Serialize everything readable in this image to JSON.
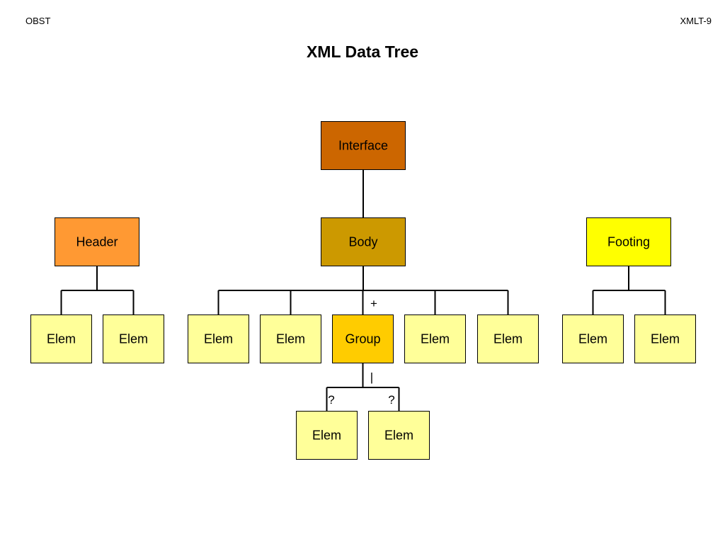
{
  "header": {
    "left": "OBST",
    "right": "XMLT-9",
    "title": "XML Data Tree"
  },
  "colors": {
    "interface": "#cc6600",
    "header": "#ff9933",
    "body": "#cc9900",
    "footing": "#ffff00",
    "group": "#ffcc00",
    "elem": "#ffff99"
  },
  "nodes": {
    "interface": {
      "label": "Interface",
      "kind": "interface"
    },
    "header": {
      "label": "Header",
      "kind": "header"
    },
    "body": {
      "label": "Body",
      "kind": "body"
    },
    "footing": {
      "label": "Footing",
      "kind": "footing"
    },
    "header_elem_1": {
      "label": "Elem",
      "kind": "elem"
    },
    "header_elem_2": {
      "label": "Elem",
      "kind": "elem"
    },
    "body_elem_1": {
      "label": "Elem",
      "kind": "elem"
    },
    "body_elem_2": {
      "label": "Elem",
      "kind": "elem"
    },
    "group": {
      "label": "Group",
      "kind": "group"
    },
    "body_elem_3": {
      "label": "Elem",
      "kind": "elem"
    },
    "body_elem_4": {
      "label": "Elem",
      "kind": "elem"
    },
    "footing_elem_1": {
      "label": "Elem",
      "kind": "elem"
    },
    "footing_elem_2": {
      "label": "Elem",
      "kind": "elem"
    },
    "group_elem_1": {
      "label": "Elem",
      "kind": "elem"
    },
    "group_elem_2": {
      "label": "Elem",
      "kind": "elem"
    }
  },
  "edges": [
    {
      "from": "interface",
      "to": [
        "body"
      ]
    },
    {
      "from": "header",
      "to": [
        "header_elem_1",
        "header_elem_2"
      ]
    },
    {
      "from": "body",
      "to": [
        "body_elem_1",
        "body_elem_2",
        "group",
        "body_elem_3",
        "body_elem_4"
      ]
    },
    {
      "from": "footing",
      "to": [
        "footing_elem_1",
        "footing_elem_2"
      ]
    },
    {
      "from": "group",
      "to": [
        "group_elem_1",
        "group_elem_2"
      ]
    }
  ],
  "markers": {
    "group_occurrence": "+",
    "group_choice": "|",
    "group_elem_1_optional": "?",
    "group_elem_2_optional": "?"
  }
}
